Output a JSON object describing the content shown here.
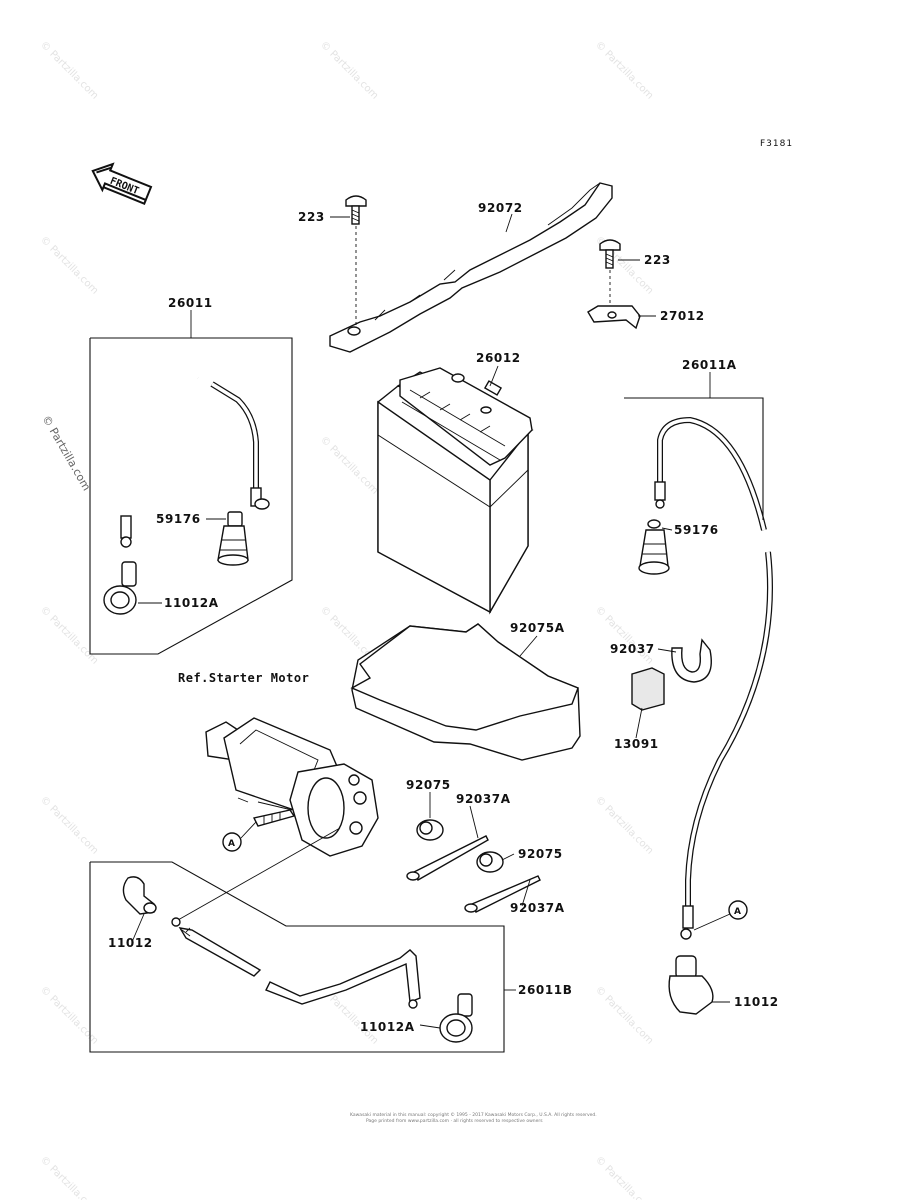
{
  "figure_code": "F3181",
  "front_label": "FRONT",
  "reference_label": "Ref.Starter Motor",
  "watermark": "© Partzilla.com",
  "footer": {
    "line1": "Kawasaki material in this manual: copyright © 1995 - 2017 Kawasaki Motors Corp., U.S.A. All rights reserved.",
    "line2": "Page printed from www.partzilla.com · all rights reserved to respective owners"
  },
  "callout_letter": "A",
  "parts": {
    "p223_left": "223",
    "p92072": "92072",
    "p223_right": "223",
    "p27012": "27012",
    "p26011": "26011",
    "p26012": "26012",
    "p26011A": "26011A",
    "p59176_left": "59176",
    "p59176_right": "59176",
    "p11012A_left": "11012A",
    "p92075A": "92075A",
    "p92037": "92037",
    "p13091": "13091",
    "p92075_top": "92075",
    "p92037A_top": "92037A",
    "p92075_bottom": "92075",
    "p92037A_bottom": "92037A",
    "p11012_left": "11012",
    "p26011B": "26011B",
    "p11012A_bottom": "11012A",
    "p11012_right": "11012"
  }
}
